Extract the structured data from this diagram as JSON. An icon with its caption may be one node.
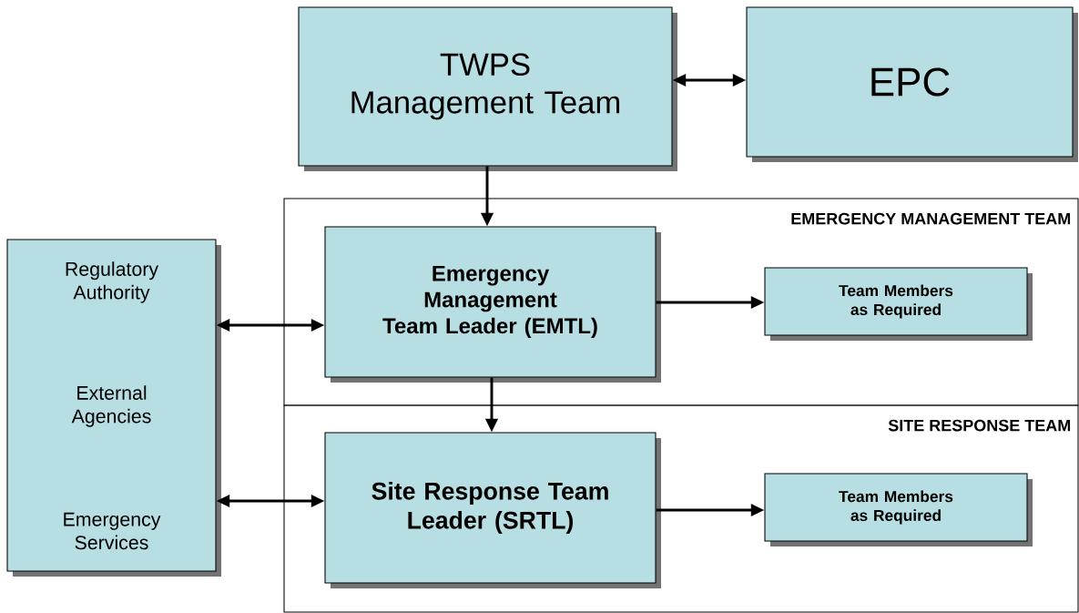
{
  "diagram": {
    "nodes": [
      {
        "text": [
          "TWPS Management Team"
        ]
      },
      {
        "text": [
          "EPC"
        ]
      },
      {
        "text": [
          "EMERGENCY MANAGEMENT TEAM"
        ]
      },
      {
        "text": [
          "Emergency Management Team Leader (EMTL)"
        ],
        "in": 2
      },
      {
        "text": [
          "Team Members as Required"
        ],
        "in": 2
      },
      {
        "text": [
          "SITE RESPONSE TEAM"
        ]
      },
      {
        "text": [
          "Site Response Team Leader (SRTL)"
        ],
        "in": 5
      },
      {
        "text": [
          "Team Members as Required"
        ],
        "in": 5
      },
      {
        "text": [
          "Regulatory Authority",
          "External Agencies",
          "Emergency Services"
        ]
      }
    ],
    "edges": [
      {
        "from": 0,
        "to": 1,
        "arrow": "both"
      },
      {
        "from": 0,
        "to": 3,
        "arrow": "to"
      },
      {
        "from": 8,
        "to": 3,
        "arrow": "both"
      },
      {
        "from": 3,
        "to": 4,
        "arrow": "to"
      },
      {
        "from": 3,
        "to": 6,
        "arrow": "to"
      },
      {
        "from": 8,
        "to": 6,
        "arrow": "both"
      },
      {
        "from": 6,
        "to": 7,
        "arrow": "to"
      }
    ]
  }
}
